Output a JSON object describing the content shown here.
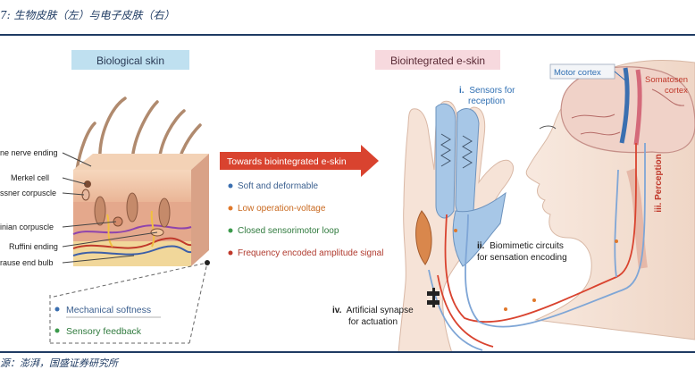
{
  "figure_caption": "7: 生物皮肤（左）与电子皮肤（右）",
  "source_note": "源：澎湃，国盛证券研究所",
  "left_panel": {
    "title": "Biological skin",
    "labels": [
      "ne nerve ending",
      "Merkel cell",
      "ssner corpuscle",
      "inian corpuscle",
      "Ruffini ending",
      "rause end bulb"
    ],
    "properties": [
      "Mechanical softness",
      "Sensory feedback"
    ]
  },
  "arrow_label": "Towards biointegrated e-skin",
  "features": [
    {
      "text": "Soft and deformable",
      "color": "#3b6fb0"
    },
    {
      "text": "Low operation-voltage",
      "color": "#e0782a"
    },
    {
      "text": "Closed sensorimotor loop",
      "color": "#3c9a4c"
    },
    {
      "text": "Frequency encoded amplitude signal",
      "color": "#c0392b"
    }
  ],
  "right_panel": {
    "title": "Biointegrated e-skin",
    "sensors_label": {
      "numeral": "i.",
      "lines": [
        "Sensors for",
        "reception"
      ]
    },
    "circuits_label": {
      "numeral": "ii.",
      "line1": "Biomimetic circuits",
      "line2": "for sensation encoding"
    },
    "perception_label": "iii. Perception",
    "synapse_label": {
      "numeral": "iv.",
      "line1": "Artificial synapse",
      "line2": "for actuation"
    },
    "motor_cortex": "Motor cortex",
    "somatosensory": {
      "line1": "Somatosen",
      "line2": "cortex"
    }
  },
  "colors": {
    "accent_red": "#d9432f",
    "nav": "#1f3b63",
    "title_box_left": "#bfe0f0",
    "title_box_right": "#f7d9de",
    "label_blue": "#2f6fb3"
  }
}
